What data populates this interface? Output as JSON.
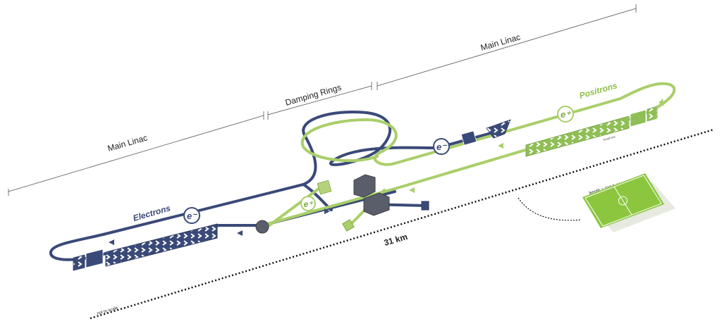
{
  "labels": {
    "main_linac_left": "Main Linac",
    "damping_rings": "Damping Rings",
    "main_linac_right": "Main Linac",
    "electrons": "Electrons",
    "positrons": "Positrons",
    "length": "31 km",
    "not_to_scale": "not to scale",
    "field_note": "length = 310 fields",
    "small_note": "Small text"
  },
  "particle_badges": [
    "e⁻",
    "e⁺",
    "e⁻",
    "e⁺"
  ],
  "colors": {
    "electron": "#3a4a78",
    "electron_dark": "#2c3860",
    "positron": "#b5d27a",
    "positron_dark": "#7fa84a",
    "field": "#8cc63f",
    "gray": "#5a5e6a"
  }
}
